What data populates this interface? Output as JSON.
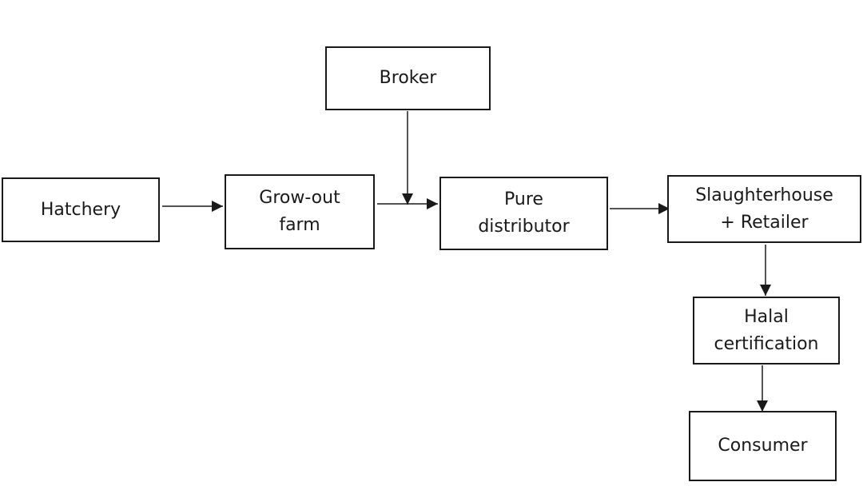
{
  "diagram": {
    "type": "flowchart",
    "direction": "left-to-right then top-to-bottom",
    "colors": {
      "stroke": "#1a1a1a",
      "background": "#ffffff"
    },
    "nodes": [
      {
        "id": "broker",
        "lines": [
          "Broker"
        ]
      },
      {
        "id": "hatchery",
        "lines": [
          "Hatchery"
        ]
      },
      {
        "id": "growout",
        "lines": [
          "Grow-out",
          "farm"
        ]
      },
      {
        "id": "distributor",
        "lines": [
          "Pure",
          "distributor"
        ]
      },
      {
        "id": "slaughter",
        "lines": [
          "Slaughterhouse",
          "+ Retailer"
        ]
      },
      {
        "id": "halal",
        "lines": [
          "Halal",
          "certification"
        ]
      },
      {
        "id": "consumer",
        "lines": [
          "Consumer"
        ]
      }
    ],
    "edges": [
      {
        "from": "hatchery",
        "to": "growout"
      },
      {
        "from": "growout",
        "to": "distributor"
      },
      {
        "from": "broker",
        "to": "distributor"
      },
      {
        "from": "distributor",
        "to": "slaughter"
      },
      {
        "from": "slaughter",
        "to": "halal"
      },
      {
        "from": "halal",
        "to": "consumer"
      }
    ]
  }
}
